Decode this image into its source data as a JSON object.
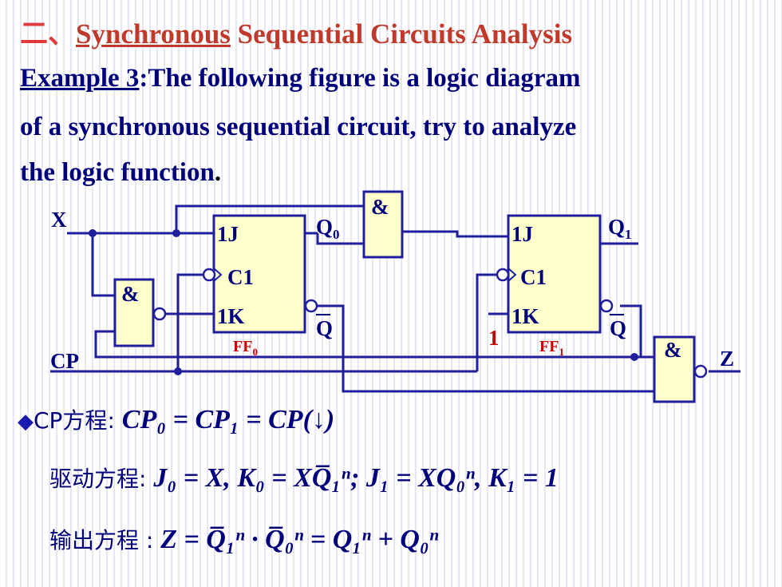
{
  "title": {
    "prefix": "二、",
    "underlined": "Synchronous",
    "rest": " Sequential Circuits Analysis"
  },
  "intro": {
    "label": "Example 3",
    "line1_rest": ":The following figure is a logic diagram",
    "line2": "of a synchronous sequential circuit, try to analyze",
    "line3": "the logic function",
    "line3_end": "."
  },
  "diagram": {
    "input_x": "X",
    "input_cp": "CP",
    "output_z": "Z",
    "and_label": "&",
    "ff0": {
      "name": "FF",
      "sub": "0",
      "j": "1J",
      "c": "C1",
      "k": "1K",
      "q": "Q",
      "q_sub": "0",
      "qbar": "Q"
    },
    "ff1": {
      "name": "FF",
      "sub": "1",
      "j": "1J",
      "c": "C1",
      "k": "1K",
      "q": "Q",
      "q_sub": "1",
      "qbar": "Q"
    },
    "k1_const": "1"
  },
  "equations": {
    "cp_label": "CP方程",
    "cp_equation": "CP₀ = CP₁ = CP(↓)",
    "drive_label": "驱动方程",
    "drive_equation": "J₀ = X, K₀ = XQ̅₁ⁿ; J₁ = XQ₀ⁿ, K₁ = 1",
    "output_label": "输出方程",
    "output_equation": "Z = Q̅₁ⁿ · Q̅₀ⁿ = Q₁ⁿ + Q₀ⁿ"
  },
  "colors": {
    "title": "#c0392b",
    "text": "#00007a",
    "wire": "#1f1f9e",
    "box_fill": "#ffffcc",
    "ff_label": "#cc0000"
  }
}
